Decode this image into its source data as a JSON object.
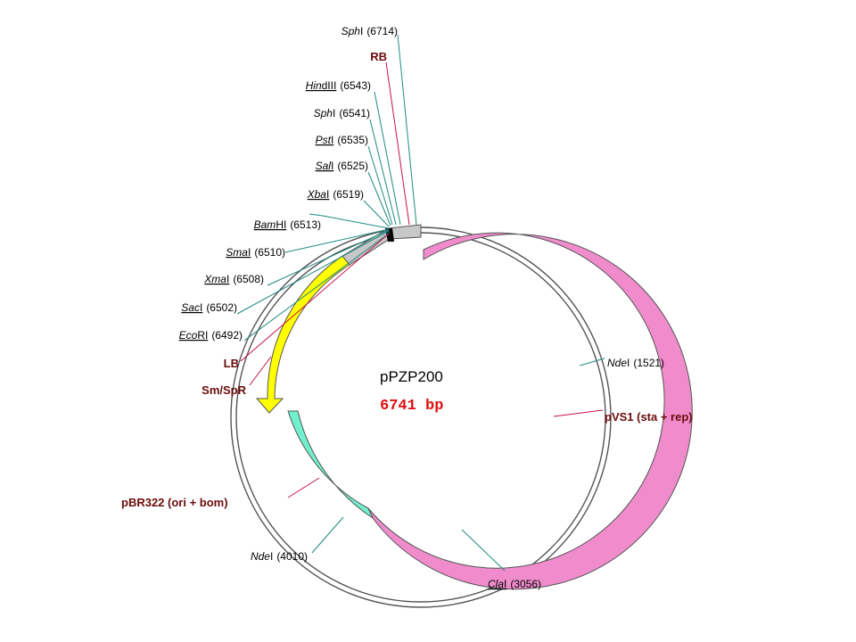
{
  "plasmid": {
    "name": "pPZP200",
    "size_label": "6741 bp"
  },
  "sites": [
    {
      "id": "sphi-6714",
      "enzyme": "SphI",
      "italic": "Sph",
      "rest": "I",
      "pos": "(6714)"
    },
    {
      "id": "hindiii-6543",
      "enzyme": "HindIII",
      "italic": "Hin",
      "rest": "dIII",
      "pos": "(6543)"
    },
    {
      "id": "sphi-6541",
      "enzyme": "SphI",
      "italic": "Sph",
      "rest": "I",
      "pos": "(6541)"
    },
    {
      "id": "psti-6535",
      "enzyme": "PstI",
      "italic": "Pst",
      "rest": "I",
      "pos": "(6535)"
    },
    {
      "id": "sali-6525",
      "enzyme": "SalI",
      "italic": "Sal",
      "rest": "I",
      "pos": "(6525)"
    },
    {
      "id": "xbai-6519",
      "enzyme": "XbaI",
      "italic": "Xba",
      "rest": "I",
      "pos": "(6519)"
    },
    {
      "id": "bamhi-6513",
      "enzyme": "BamHI",
      "italic": "Bam",
      "rest": "HI",
      "pos": "(6513)"
    },
    {
      "id": "smai-6510",
      "enzyme": "SmaI",
      "italic": "Sma",
      "rest": "I",
      "pos": "(6510)"
    },
    {
      "id": "xmai-6508",
      "enzyme": "XmaI",
      "italic": "Xma",
      "rest": "I",
      "pos": "(6508)"
    },
    {
      "id": "saci-6502",
      "enzyme": "SacI",
      "italic": "Sac",
      "rest": "I",
      "pos": "(6502)"
    },
    {
      "id": "ecori-6492",
      "enzyme": "EcoRI",
      "italic": "Eco",
      "rest": "RI",
      "pos": "(6492)"
    },
    {
      "id": "ndei-1521",
      "enzyme": "NdeI",
      "italic": "Nde",
      "rest": "I",
      "pos": "(1521)"
    },
    {
      "id": "clai-3056",
      "enzyme": "ClaI",
      "italic": "Cla",
      "rest": "I",
      "pos": "(3056)"
    },
    {
      "id": "ndei-4010",
      "enzyme": "NdeI",
      "italic": "Nde",
      "rest": "I",
      "pos": "(4010)"
    }
  ],
  "features": [
    {
      "id": "rb",
      "label": "RB"
    },
    {
      "id": "lb",
      "label": "LB"
    },
    {
      "id": "smspr",
      "label": "Sm/SpR"
    },
    {
      "id": "pvs1",
      "label": "pVS1 (sta + rep)"
    },
    {
      "id": "pbr322",
      "label": "pBR322 (ori + bom)"
    }
  ],
  "colors": {
    "backbone": "#555555",
    "site_line": "#1f8a80",
    "feature_line": "#c8104a",
    "feature_text": "#6b0b0b",
    "pvs1": "#f08ccc",
    "pbr322": "#70f0cc",
    "smspr": "#ffff00",
    "mcs": "#c8c8c8",
    "size_text": "#e01010"
  }
}
